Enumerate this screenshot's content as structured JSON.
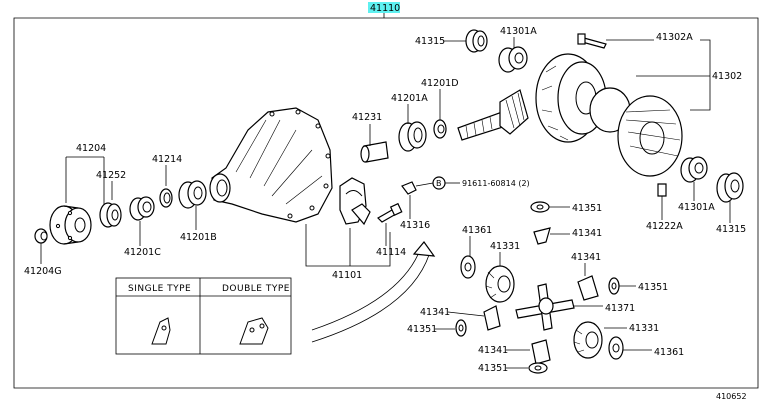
{
  "assembly_number": "41110",
  "labels": {
    "p41315a": "41315",
    "p41301a_top": "41301A",
    "p41302a": "41302A",
    "p41302": "41302",
    "p41201a": "41201A",
    "p41201d": "41201D",
    "p41231": "41231",
    "p41204": "41204",
    "p41252": "41252",
    "p41214": "41214",
    "p41201b": "41201B",
    "p41201c": "41201C",
    "p41204g": "41204G",
    "p91611": "91611-60814 (2)",
    "b_marker": "B",
    "p41316": "41316",
    "p41114": "41114",
    "p41101": "41101",
    "p41351_a": "41351",
    "p41341_a": "41341",
    "p41361_a": "41361",
    "p41331_a": "41331",
    "p41341_b": "41341",
    "p41351_b": "41351",
    "p41371": "41371",
    "p41341_c": "41341",
    "p41351_c": "41351",
    "p41331_b": "41331",
    "p41341_d": "41341",
    "p41361_b": "41361",
    "p41351_d": "41351",
    "p41222a": "41222A",
    "p41301a_bottom": "41301A",
    "p41315b": "41315"
  },
  "inset": {
    "single_type": "SINGLE TYPE",
    "double_type": "DOUBLE TYPE"
  },
  "footer_code": "410652",
  "colors": {
    "highlight": "#5ef0f0",
    "line": "#000000"
  }
}
